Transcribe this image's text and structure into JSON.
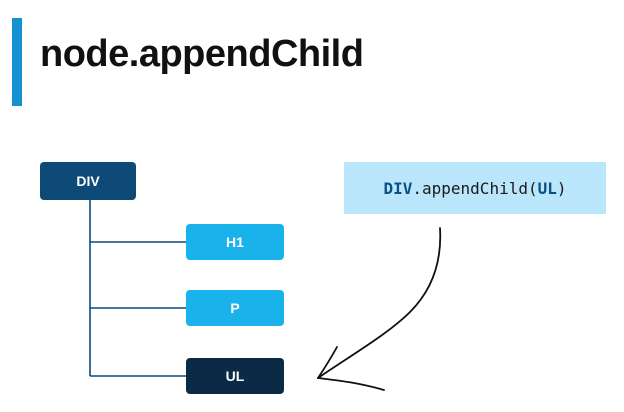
{
  "title": "node.appendChild",
  "tree": {
    "root": "DIV",
    "children": [
      "H1",
      "P",
      "UL"
    ]
  },
  "code": {
    "object": "DIV",
    "method": ".appendChild(",
    "argument": "UL",
    "close": ")"
  },
  "colors": {
    "accent": "#1591d1",
    "root_node": "#0d4a78",
    "child_node": "#19b2ea",
    "appended_node": "#0b2a45",
    "code_background": "#b9e6fb"
  }
}
